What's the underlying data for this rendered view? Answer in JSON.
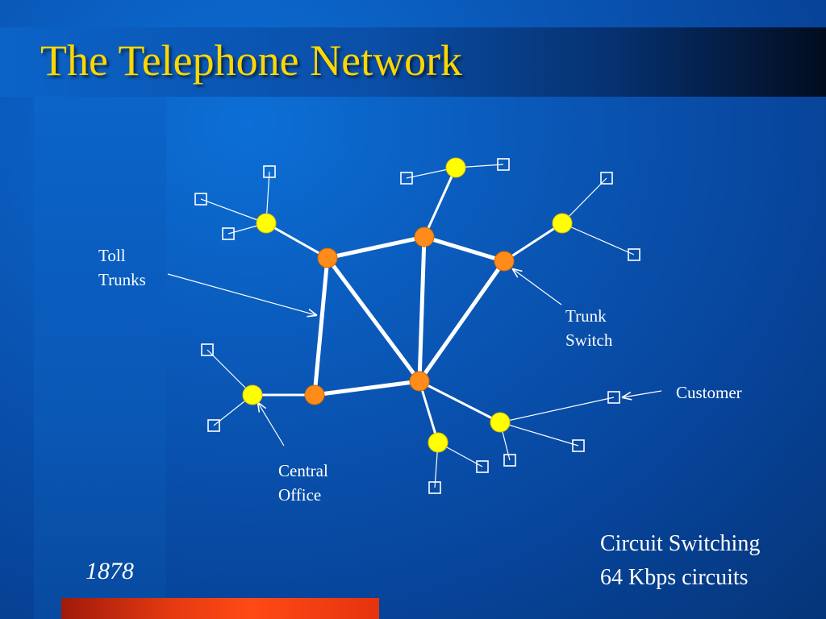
{
  "slide": {
    "title": "The Telephone Network",
    "year": "1878"
  },
  "labels": {
    "toll_trunks": [
      "Toll",
      "Trunks"
    ],
    "trunk_switch": [
      "Trunk",
      "Switch"
    ],
    "customer": "Customer",
    "central_office": [
      "Central",
      "Office"
    ]
  },
  "notes": {
    "line1": "Circuit Switching",
    "line2": "64 Kbps circuits"
  },
  "colors": {
    "title": "#ffd700",
    "trunk_switch_node": "#ff8c1a",
    "central_office_node": "#ffff00",
    "link": "#ffffff",
    "accent_bar": "#ff4a14"
  }
}
